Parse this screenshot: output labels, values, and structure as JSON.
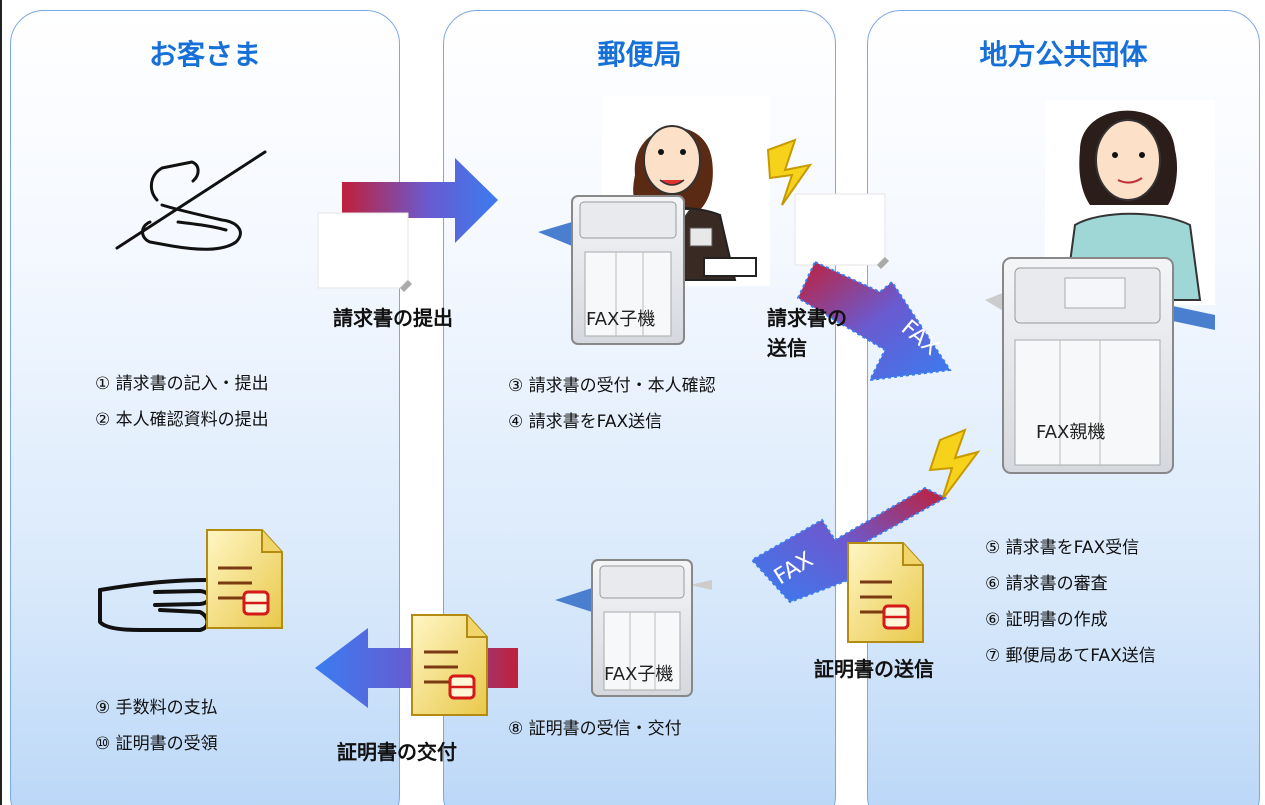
{
  "columns": {
    "customer": {
      "title": "お客さま",
      "steps": [
        "① 請求書の記入・提出",
        "② 本人確認資料の提出",
        "⑨ 手数料の支払",
        "⑩ 証明書の受領"
      ]
    },
    "post_office": {
      "title": "郵便局",
      "fax_label_top": "FAX子機",
      "fax_label_bottom": "FAX子機",
      "steps": [
        "③ 請求書の受付・本人確認",
        "④ 請求書をFAX送信",
        "⑧ 証明書の受信・交付"
      ]
    },
    "local_gov": {
      "title": "地方公共団体",
      "fax_label": "FAX親機",
      "steps": [
        "⑤ 請求書をFAX受信",
        "⑥ 請求書の審査",
        "⑥ 証明書の作成",
        "⑦ 郵便局あてFAX送信"
      ]
    }
  },
  "arrows": {
    "submit_label": "請求書の提出",
    "send_label_1": "請求書の",
    "send_label_2": "送信",
    "fax_text": "FAX",
    "cert_send_label": "証明書の送信",
    "cert_issue_label": "証明書の交付"
  },
  "colors": {
    "title": "#1670d8",
    "panel_border": "#7aa7e6",
    "arrow_red": "#c0203a",
    "arrow_blue": "#3a7cf0",
    "lightning": "#f7d21a",
    "doc_yellow": "#f5e27a"
  }
}
